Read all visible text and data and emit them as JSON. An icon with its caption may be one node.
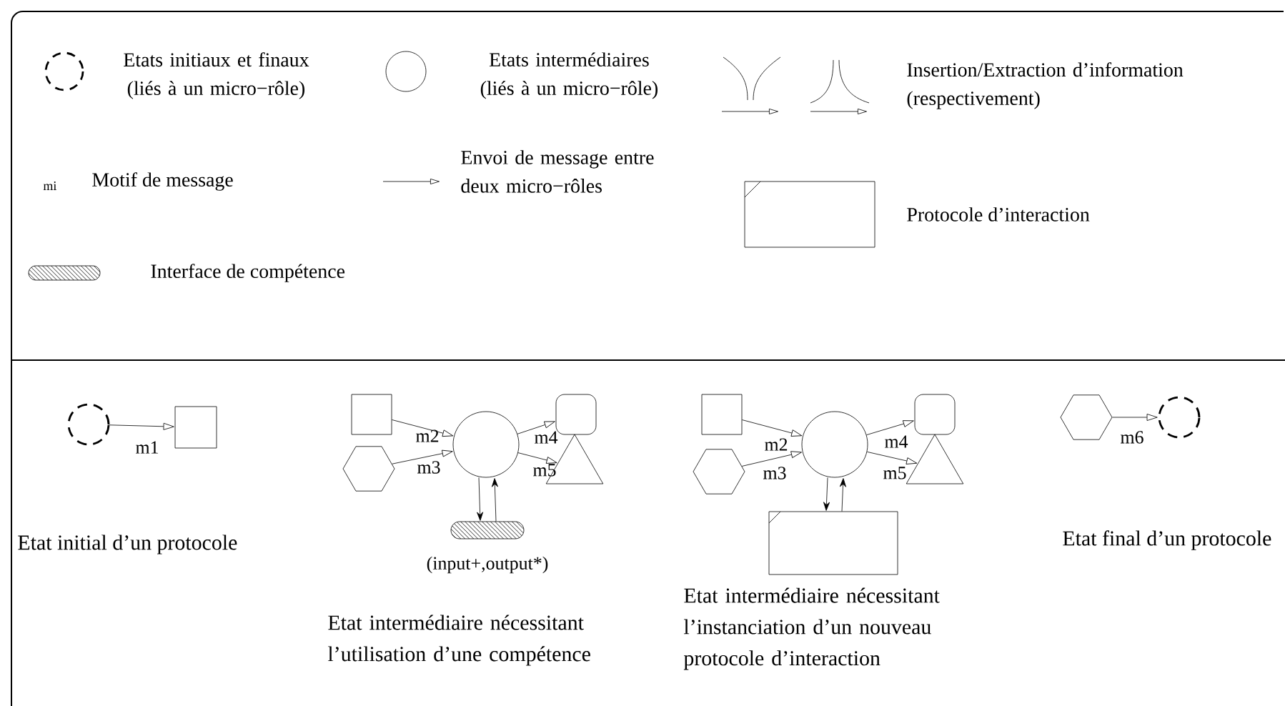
{
  "diagram": {
    "nodes": [
      {
        "text": [],
        "shape": "dashed-circle"
      },
      {
        "text": [],
        "shape": "box"
      },
      {
        "text": [],
        "shape": "box"
      },
      {
        "text": [],
        "shape": "hexagon"
      },
      {
        "text": [],
        "shape": "circle"
      },
      {
        "text": [],
        "shape": "rounded-box"
      },
      {
        "text": [],
        "shape": "triangle"
      },
      {
        "text": [],
        "shape": "pill",
        "beside": [
          "(input+,output*)"
        ]
      },
      {
        "text": [],
        "shape": "box"
      },
      {
        "text": [],
        "shape": "hexagon"
      },
      {
        "text": [],
        "shape": "circle"
      },
      {
        "text": [],
        "shape": "rounded-box"
      },
      {
        "text": [],
        "shape": "triangle"
      },
      {
        "text": [],
        "shape": "protocol-box"
      },
      {
        "text": [],
        "shape": "hexagon"
      },
      {
        "text": [],
        "shape": "dashed-circle"
      }
    ],
    "edges": [
      {
        "from": 0,
        "to": 1,
        "arrow": "to",
        "label": "m1"
      },
      {
        "from": 2,
        "to": 4,
        "arrow": "to",
        "label": "m2"
      },
      {
        "from": 3,
        "to": 4,
        "arrow": "to",
        "label": "m3"
      },
      {
        "from": 4,
        "to": 5,
        "arrow": "to",
        "label": "m4"
      },
      {
        "from": 4,
        "to": 6,
        "arrow": "to",
        "label": "m5"
      },
      {
        "from": 4,
        "to": 7,
        "arrow": "to"
      },
      {
        "from": 7,
        "to": 4,
        "arrow": "to"
      },
      {
        "from": 8,
        "to": 10,
        "arrow": "to",
        "label": "m2"
      },
      {
        "from": 9,
        "to": 10,
        "arrow": "to",
        "label": "m3"
      },
      {
        "from": 10,
        "to": 11,
        "arrow": "to",
        "label": "m4"
      },
      {
        "from": 10,
        "to": 12,
        "arrow": "to",
        "label": "m5"
      },
      {
        "from": 10,
        "to": 13,
        "arrow": "to"
      },
      {
        "from": 13,
        "to": 10,
        "arrow": "to"
      },
      {
        "from": 14,
        "to": 15,
        "arrow": "to",
        "label": "m6"
      }
    ],
    "labels": [
      "mi",
      "Etat initial d’un protocole",
      "Etat intermédiaire nécessitant l’utilisation d’une compétence",
      "Etat intermédiaire nécessitant l’instanciation d’un nouveau protocole d’interaction",
      "Etat final d’un protocole"
    ],
    "legend": [
      {
        "text": "Etats initiaux et finaux (liés à un micro−rôle)"
      },
      {
        "text": "Etats intermédiaires (liés à un micro−rôle)"
      },
      {
        "text": "Insertion/Extraction d’information (respectivement)"
      },
      {
        "text": "Motif de message"
      },
      {
        "text": "Envoi de message entre deux micro−rôles"
      },
      {
        "text": "Protocole d’interaction"
      },
      {
        "text": "Interface de compétence"
      }
    ]
  }
}
